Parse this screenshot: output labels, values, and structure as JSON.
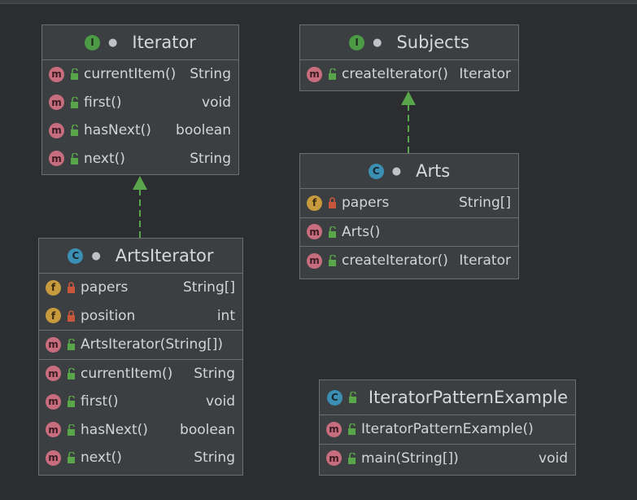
{
  "colors": {
    "background": "#2b2d30",
    "box": "#3c3f41",
    "border": "#6b6e72",
    "arrow": "#59a64a",
    "public": "#59a64a",
    "private": "#c9573c"
  },
  "classes": [
    {
      "key": "iterator",
      "kind": "interface",
      "badge": "I",
      "name": "Iterator",
      "members": [
        [
          {
            "badge": "m",
            "access": "public",
            "name": "currentItem()",
            "type": "String"
          },
          {
            "badge": "m",
            "access": "public",
            "name": "first()",
            "type": "void"
          },
          {
            "badge": "m",
            "access": "public",
            "name": "hasNext()",
            "type": "boolean"
          },
          {
            "badge": "m",
            "access": "public",
            "name": "next()",
            "type": "String"
          }
        ]
      ]
    },
    {
      "key": "subjects",
      "kind": "interface",
      "badge": "I",
      "name": "Subjects",
      "members": [
        [
          {
            "badge": "m",
            "access": "public",
            "name": "createIterator()",
            "type": "Iterator"
          }
        ]
      ]
    },
    {
      "key": "arts",
      "kind": "class",
      "badge": "C",
      "name": "Arts",
      "members": [
        [
          {
            "badge": "f",
            "access": "private",
            "name": "papers",
            "type": "String[]"
          }
        ],
        [
          {
            "badge": "m",
            "access": "public",
            "name": "Arts()",
            "type": ""
          }
        ],
        [
          {
            "badge": "m",
            "access": "public",
            "name": "createIterator()",
            "type": "Iterator"
          }
        ]
      ]
    },
    {
      "key": "artsiterator",
      "kind": "class",
      "badge": "C",
      "name": "ArtsIterator",
      "members": [
        [
          {
            "badge": "f",
            "access": "private",
            "name": "papers",
            "type": "String[]"
          },
          {
            "badge": "f",
            "access": "private",
            "name": "position",
            "type": "int"
          }
        ],
        [
          {
            "badge": "m",
            "access": "public",
            "name": "ArtsIterator(String[])",
            "type": ""
          }
        ],
        [
          {
            "badge": "m",
            "access": "public",
            "name": "currentItem()",
            "type": "String"
          },
          {
            "badge": "m",
            "access": "public",
            "name": "first()",
            "type": "void"
          },
          {
            "badge": "m",
            "access": "public",
            "name": "hasNext()",
            "type": "boolean"
          },
          {
            "badge": "m",
            "access": "public",
            "name": "next()",
            "type": "String"
          }
        ]
      ]
    },
    {
      "key": "example",
      "kind": "main-class",
      "badge": "C",
      "name": "IteratorPatternExample",
      "members": [
        [
          {
            "badge": "m",
            "access": "public",
            "name": "IteratorPatternExample()",
            "type": ""
          }
        ],
        [
          {
            "badge": "m",
            "access": "public",
            "name": "main(String[])",
            "type": "void"
          }
        ]
      ]
    }
  ],
  "relations": [
    {
      "from": "ArtsIterator",
      "to": "Iterator",
      "type": "implements"
    },
    {
      "from": "Arts",
      "to": "Subjects",
      "type": "implements"
    }
  ]
}
